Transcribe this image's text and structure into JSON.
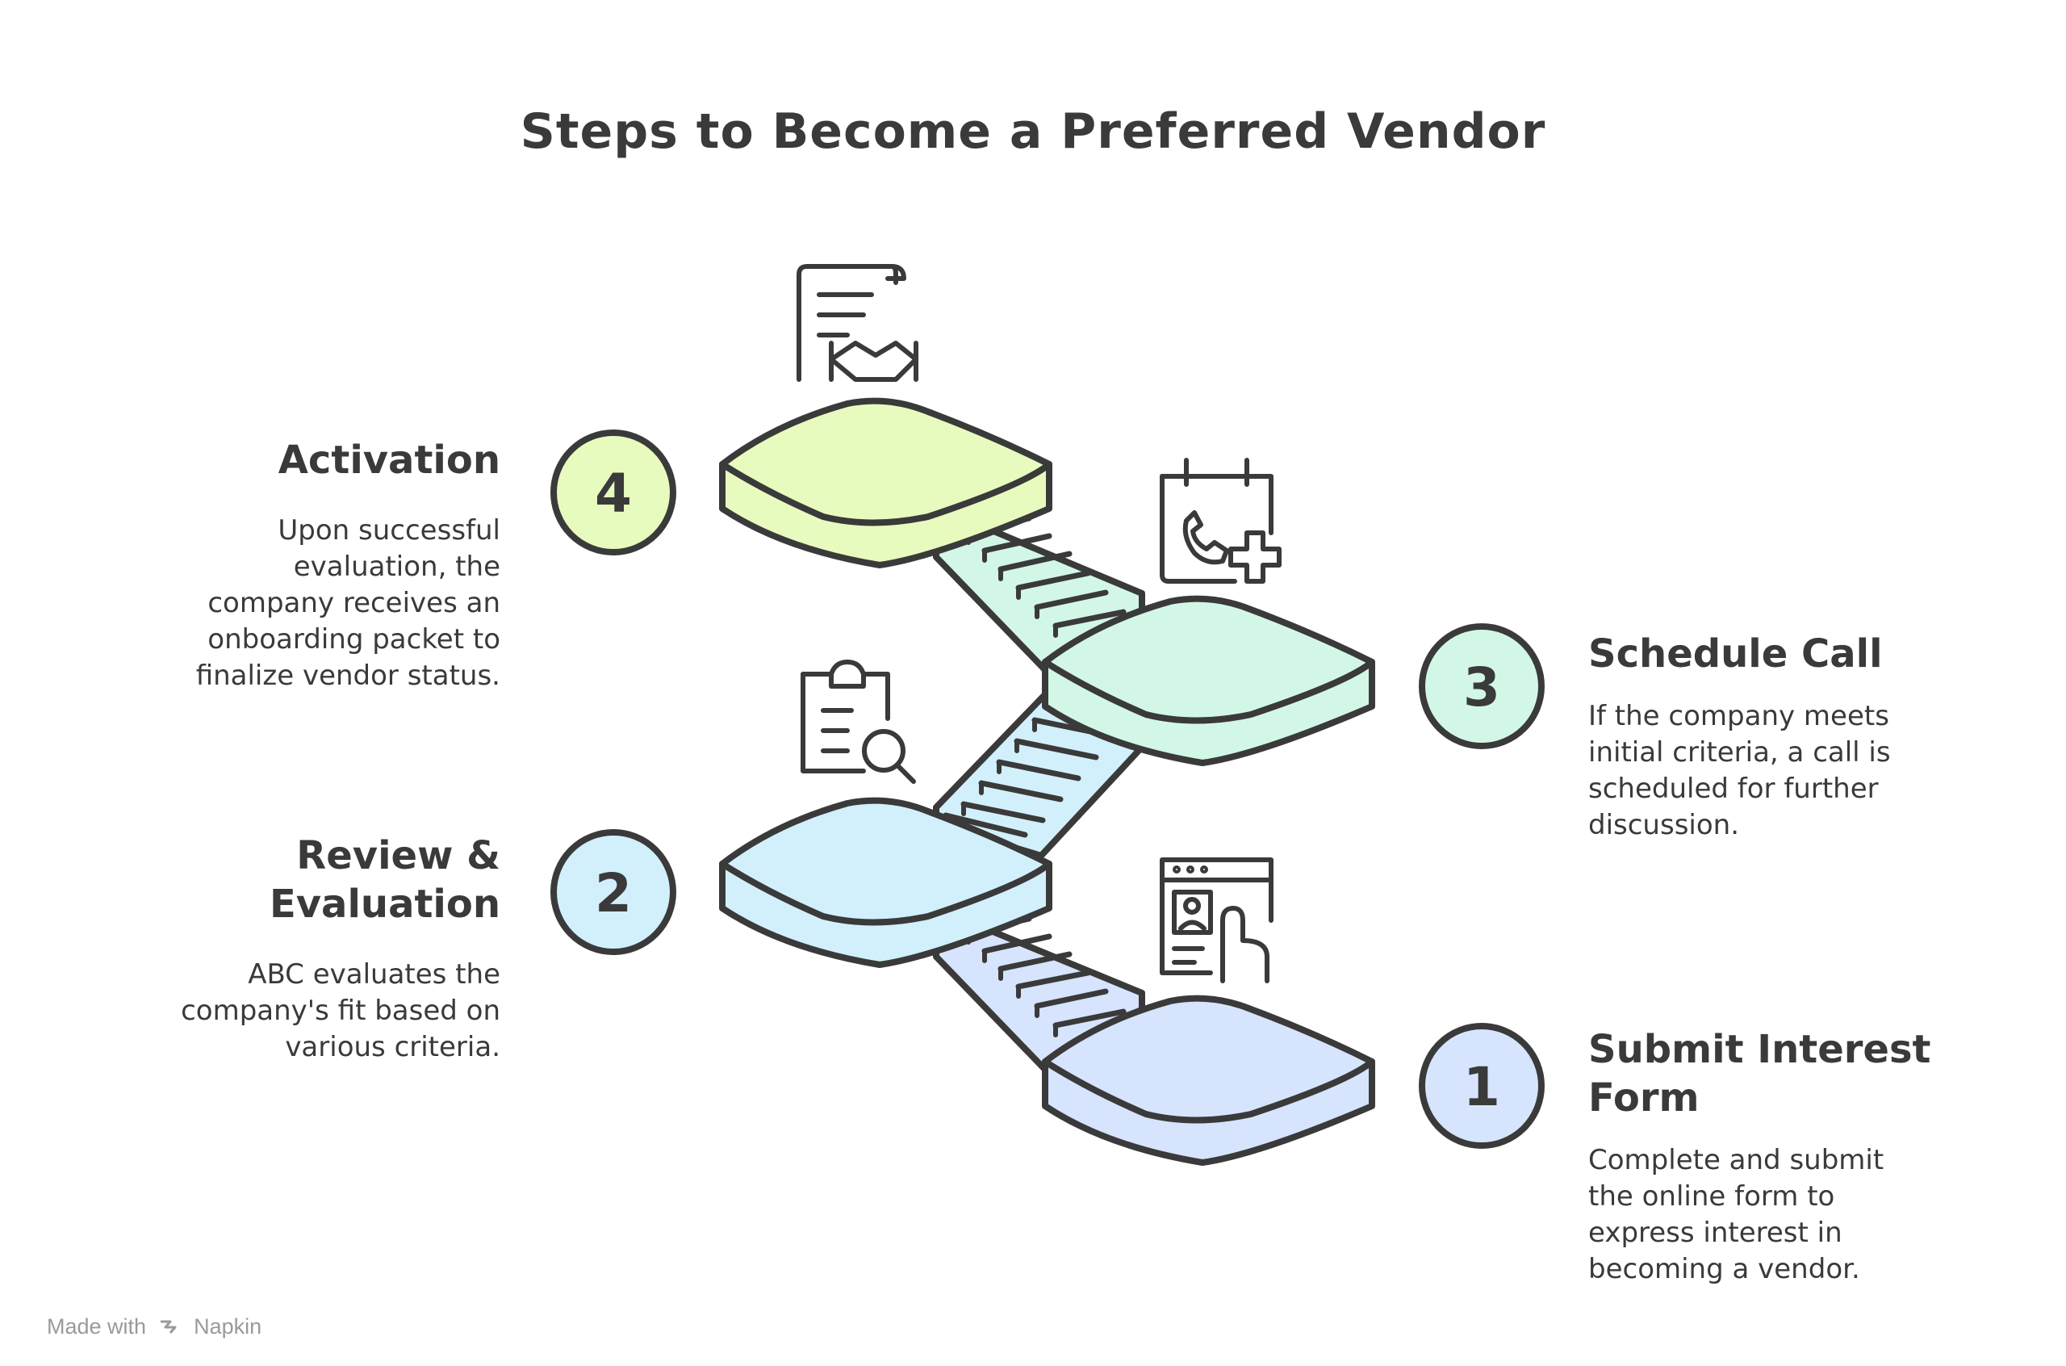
{
  "title": "Steps to Become a Preferred Vendor",
  "steps": [
    {
      "number": "1",
      "title_line1": "Submit Interest",
      "title_line2": "Form",
      "desc_lines": [
        "Complete and submit",
        "the online form to",
        "express interest in",
        "becoming a vendor."
      ],
      "icon": "online-form-icon",
      "color": "#d6e4fd"
    },
    {
      "number": "2",
      "title_line1": "Review &",
      "title_line2": "Evaluation",
      "desc_lines": [
        "ABC evaluates the",
        "company's fit based on",
        "various criteria."
      ],
      "icon": "clipboard-search-icon",
      "color": "#d2f0fb"
    },
    {
      "number": "3",
      "title_line1": "Schedule Call",
      "title_line2": "",
      "desc_lines": [
        "If the company meets",
        "initial criteria, a call is",
        "scheduled for further",
        "discussion."
      ],
      "icon": "calendar-phone-icon",
      "color": "#d3f7e7"
    },
    {
      "number": "4",
      "title_line1": "Activation",
      "title_line2": "",
      "desc_lines": [
        "Upon successful",
        "evaluation, the",
        "company receives an",
        "onboarding packet to",
        "finalize vendor status."
      ],
      "icon": "contract-handshake-icon",
      "color": "#e8fbbf"
    }
  ],
  "footer": {
    "made_with": "Made with",
    "brand": "Napkin"
  },
  "colors": {
    "stroke": "#3a3a3a",
    "muted": "#9a9a9a",
    "background": "#ffffff"
  }
}
